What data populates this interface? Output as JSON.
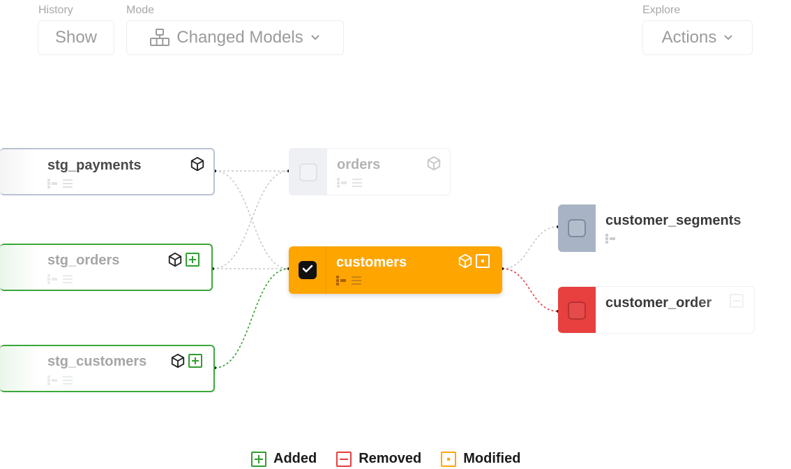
{
  "toolbar": {
    "history_label": "History",
    "history_button": "Show",
    "mode_label": "Mode",
    "mode_button": "Changed Models",
    "explore_label": "Explore",
    "explore_button": "Actions"
  },
  "nodes": {
    "stg_payments": {
      "name": "stg_payments",
      "change": "none",
      "selected": false
    },
    "stg_orders": {
      "name": "stg_orders",
      "change": "added",
      "selected": false
    },
    "stg_customers": {
      "name": "stg_customers",
      "change": "added",
      "selected": false
    },
    "orders": {
      "name": "orders",
      "change": "none",
      "selected": false
    },
    "customers": {
      "name": "customers",
      "change": "modified",
      "selected": true
    },
    "customer_segments": {
      "name": "customer_segments",
      "change": "none",
      "selected": false
    },
    "customer_order": {
      "name": "customer_order",
      "change": "removed",
      "selected": false
    }
  },
  "legend": {
    "added": "Added",
    "removed": "Removed",
    "modified": "Modified"
  },
  "colors": {
    "added": "#2f9e2f",
    "removed": "#e53e3e",
    "modified": "#ffa500",
    "selected_node": "#ffa500",
    "edge_unchanged": "#c8c8c8"
  },
  "icons": [
    "expand-icon",
    "cube-icon",
    "chevron-down-icon",
    "lineage-icon",
    "columns-icon",
    "checkmark-icon",
    "added-icon",
    "removed-icon",
    "modified-icon"
  ]
}
